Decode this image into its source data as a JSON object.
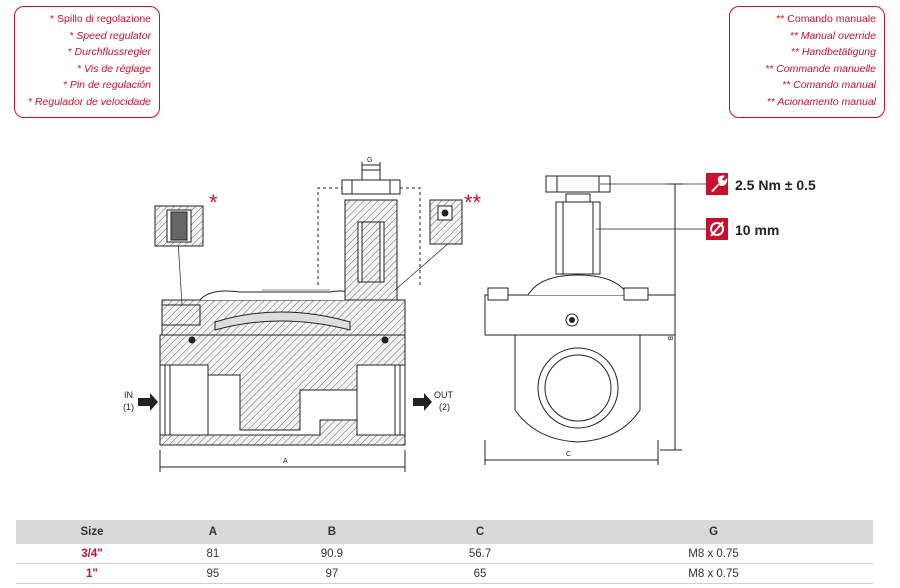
{
  "legend_left": {
    "lines": [
      "* Spillo di regolazione",
      "* Speed regulator",
      "* Durchflussregler",
      "* Vis de réglage",
      "* Pin de regulación",
      "* Regulador de velocidade"
    ]
  },
  "legend_right": {
    "lines": [
      "** Comando manuale",
      "** Manual override",
      "** Handbetätigung",
      "** Commande manuelle",
      "** Comando manual",
      "** Acionamento manual"
    ]
  },
  "diagram": {
    "marker_speed": "*",
    "marker_manual": "**",
    "in_label": "IN",
    "in_num": "(1)",
    "out_label": "OUT",
    "out_num": "(2)",
    "dim_a": "A",
    "dim_b": "B",
    "dim_c": "C",
    "dim_g": "G",
    "torque_text": "2.5 Nm ± 0.5",
    "diameter_text": "10 mm",
    "wrench_icon": "wrench-icon",
    "diameter_icon": "diameter-icon",
    "accent_color": "#c8102e"
  },
  "table": {
    "headers": [
      "Size",
      "A",
      "B",
      "C",
      "G"
    ],
    "rows": [
      [
        "3/4\"",
        "81",
        "90.9",
        "56.7",
        "M8 x 0.75"
      ],
      [
        "1\"",
        "95",
        "97",
        "65",
        "M8 x 0.75"
      ]
    ]
  }
}
